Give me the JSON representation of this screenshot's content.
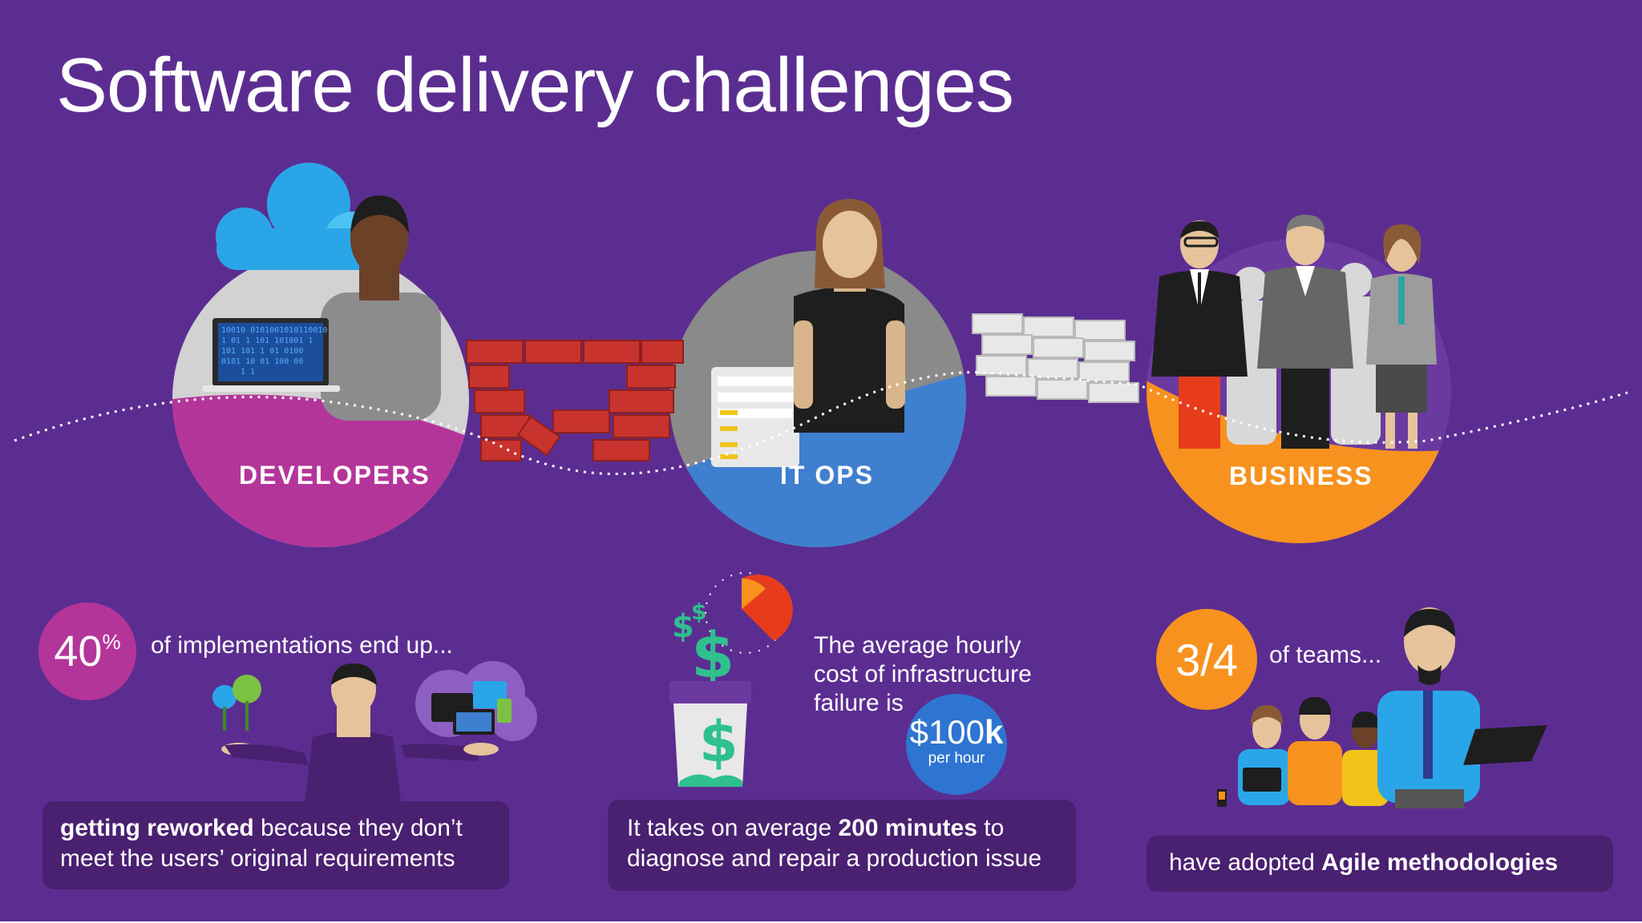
{
  "title": "Software delivery challenges",
  "groups": {
    "developers": "DEVELOPERS",
    "itops": "IT OPS",
    "business": "BUSINESS"
  },
  "laptop_code": [
    "10010 0101001010110010",
    "1 01 1 101 101001 1",
    "101 101 1 01 0100",
    "0101 10 01 100 00",
    "1 1"
  ],
  "stats": {
    "developers": {
      "value": "40",
      "unit": "%",
      "lead": "of implementations end up...",
      "strong": "getting reworked",
      "rest_line1": " because they don’t",
      "line2": "meet the users’ original requirements"
    },
    "itops": {
      "lead_line1": "The average hourly",
      "lead_line2": "cost of infrastructure",
      "lead_line3": "failure is",
      "badge_value": "$100",
      "badge_suffix": "k",
      "badge_sub": "per hour",
      "pre": "It takes on average ",
      "strong": "200 minutes",
      "post": " to",
      "line2": "diagnose and repair a production issue"
    },
    "business": {
      "value": "3/4",
      "lead": "of teams...",
      "pre": "have adopted ",
      "strong": "Agile methodologies"
    }
  },
  "colors": {
    "background": "#5c2d91",
    "developers": "#b4359a",
    "itops": "#3f7fd0",
    "business": "#f7921e",
    "textbox": "#4a2071"
  }
}
